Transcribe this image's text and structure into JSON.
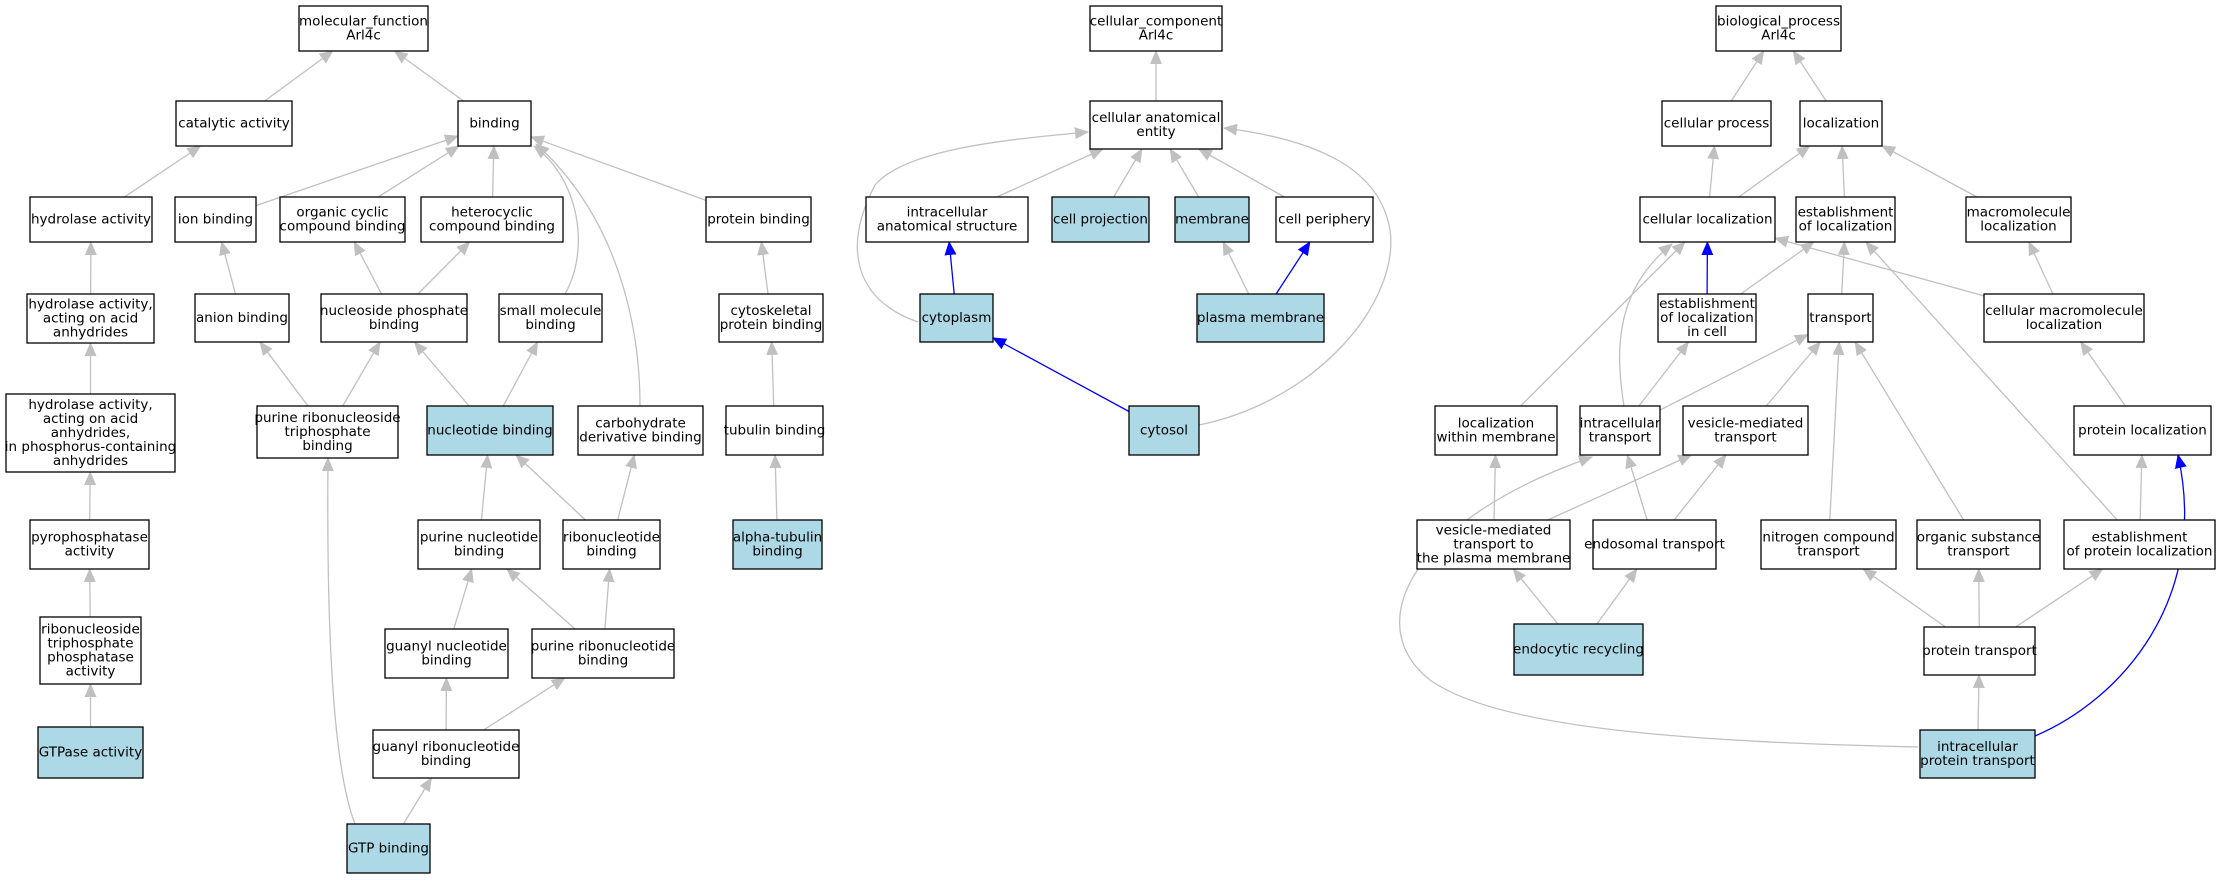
{
  "colors": {
    "node_fill": "#ffffff",
    "highlight_fill": "#add8e6",
    "node_border": "#000000",
    "edge_gray": "#c0c0c0",
    "edge_blue": "#0000ff"
  },
  "nodes": [
    {
      "id": "mf",
      "lines": [
        "molecular_function",
        "Arl4c"
      ],
      "highlight": false
    },
    {
      "id": "catalytic",
      "lines": [
        "catalytic activity"
      ],
      "highlight": false
    },
    {
      "id": "binding",
      "lines": [
        "binding"
      ],
      "highlight": false
    },
    {
      "id": "hydrolase",
      "lines": [
        "hydrolase activity"
      ],
      "highlight": false
    },
    {
      "id": "ionbind",
      "lines": [
        "ion binding"
      ],
      "highlight": false
    },
    {
      "id": "orgcyc",
      "lines": [
        "organic cyclic",
        "compound binding"
      ],
      "highlight": false
    },
    {
      "id": "hetcyc",
      "lines": [
        "heterocyclic",
        "compound binding"
      ],
      "highlight": false
    },
    {
      "id": "protbind",
      "lines": [
        "protein binding"
      ],
      "highlight": false
    },
    {
      "id": "hydacid",
      "lines": [
        "hydrolase activity,",
        "acting on acid",
        "anhydrides"
      ],
      "highlight": false
    },
    {
      "id": "anion",
      "lines": [
        "anion binding"
      ],
      "highlight": false
    },
    {
      "id": "nucphos",
      "lines": [
        "nucleoside phosphate",
        "binding"
      ],
      "highlight": false
    },
    {
      "id": "smallmol",
      "lines": [
        "small molecule",
        "binding"
      ],
      "highlight": false
    },
    {
      "id": "cytoskel",
      "lines": [
        "cytoskeletal",
        "protein binding"
      ],
      "highlight": false
    },
    {
      "id": "hydphos",
      "lines": [
        "hydrolase activity,",
        "acting on acid",
        "anhydrides,",
        "in phosphorus-containing",
        "anhydrides"
      ],
      "highlight": false
    },
    {
      "id": "purribotri",
      "lines": [
        "purine ribonucleoside",
        "triphosphate",
        "binding"
      ],
      "highlight": false
    },
    {
      "id": "nucbind",
      "lines": [
        "nucleotide binding"
      ],
      "highlight": true
    },
    {
      "id": "carbo",
      "lines": [
        "carbohydrate",
        "derivative binding"
      ],
      "highlight": false
    },
    {
      "id": "tubulin",
      "lines": [
        "tubulin binding"
      ],
      "highlight": false
    },
    {
      "id": "pyro",
      "lines": [
        "pyrophosphatase",
        "activity"
      ],
      "highlight": false
    },
    {
      "id": "purnuc",
      "lines": [
        "purine nucleotide",
        "binding"
      ],
      "highlight": false
    },
    {
      "id": "ribonuc",
      "lines": [
        "ribonucleotide",
        "binding"
      ],
      "highlight": false
    },
    {
      "id": "alphatub",
      "lines": [
        "alpha-tubulin",
        "binding"
      ],
      "highlight": true
    },
    {
      "id": "ribotriphos",
      "lines": [
        "ribonucleoside",
        "triphosphate",
        "phosphatase",
        "activity"
      ],
      "highlight": false
    },
    {
      "id": "guanuc",
      "lines": [
        "guanyl nucleotide",
        "binding"
      ],
      "highlight": false
    },
    {
      "id": "purribonuc",
      "lines": [
        "purine ribonucleotide",
        "binding"
      ],
      "highlight": false
    },
    {
      "id": "gtpase",
      "lines": [
        "GTPase activity"
      ],
      "highlight": true
    },
    {
      "id": "guanribo",
      "lines": [
        "guanyl ribonucleotide",
        "binding"
      ],
      "highlight": false
    },
    {
      "id": "gtpbind",
      "lines": [
        "GTP binding"
      ],
      "highlight": true
    },
    {
      "id": "cc",
      "lines": [
        "cellular_component",
        "Arl4c"
      ],
      "highlight": false
    },
    {
      "id": "cae",
      "lines": [
        "cellular anatomical",
        "entity"
      ],
      "highlight": false
    },
    {
      "id": "intraanat",
      "lines": [
        "intracellular",
        "anatomical structure"
      ],
      "highlight": false
    },
    {
      "id": "cellproj",
      "lines": [
        "cell projection"
      ],
      "highlight": true
    },
    {
      "id": "membrane",
      "lines": [
        "membrane"
      ],
      "highlight": true
    },
    {
      "id": "cellperi",
      "lines": [
        "cell periphery"
      ],
      "highlight": false
    },
    {
      "id": "cytoplasm",
      "lines": [
        "cytoplasm"
      ],
      "highlight": true
    },
    {
      "id": "plasmamem",
      "lines": [
        "plasma membrane"
      ],
      "highlight": true
    },
    {
      "id": "cytosol",
      "lines": [
        "cytosol"
      ],
      "highlight": true
    },
    {
      "id": "bp",
      "lines": [
        "biological_process",
        "Arl4c"
      ],
      "highlight": false
    },
    {
      "id": "cellproc",
      "lines": [
        "cellular process"
      ],
      "highlight": false
    },
    {
      "id": "local",
      "lines": [
        "localization"
      ],
      "highlight": false
    },
    {
      "id": "cellloc",
      "lines": [
        "cellular localization"
      ],
      "highlight": false
    },
    {
      "id": "estloc",
      "lines": [
        "establishment",
        "of localization"
      ],
      "highlight": false
    },
    {
      "id": "macroloc",
      "lines": [
        "macromolecule",
        "localization"
      ],
      "highlight": false
    },
    {
      "id": "estlocincell",
      "lines": [
        "establishment",
        "of localization",
        "in cell"
      ],
      "highlight": false
    },
    {
      "id": "transport",
      "lines": [
        "transport"
      ],
      "highlight": false
    },
    {
      "id": "cellmacroloc",
      "lines": [
        "cellular macromolecule",
        "localization"
      ],
      "highlight": false
    },
    {
      "id": "locwithinmem",
      "lines": [
        "localization",
        "within membrane"
      ],
      "highlight": false
    },
    {
      "id": "intratrans",
      "lines": [
        "intracellular",
        "transport"
      ],
      "highlight": false
    },
    {
      "id": "vesmed",
      "lines": [
        "vesicle-mediated",
        "transport"
      ],
      "highlight": false
    },
    {
      "id": "protloc",
      "lines": [
        "protein localization"
      ],
      "highlight": false
    },
    {
      "id": "vesmedpm",
      "lines": [
        "vesicle-mediated",
        "transport to",
        "the plasma membrane"
      ],
      "highlight": false
    },
    {
      "id": "endotrans",
      "lines": [
        "endosomal transport"
      ],
      "highlight": false
    },
    {
      "id": "nitrotrans",
      "lines": [
        "nitrogen compound",
        "transport"
      ],
      "highlight": false
    },
    {
      "id": "orgsubtrans",
      "lines": [
        "organic substance",
        "transport"
      ],
      "highlight": false
    },
    {
      "id": "estprotloc",
      "lines": [
        "establishment",
        "of protein localization"
      ],
      "highlight": false
    },
    {
      "id": "endorecyc",
      "lines": [
        "endocytic recycling"
      ],
      "highlight": true
    },
    {
      "id": "prottrans",
      "lines": [
        "protein transport"
      ],
      "highlight": false
    },
    {
      "id": "intraprot",
      "lines": [
        "intracellular",
        "protein transport"
      ],
      "highlight": true
    }
  ],
  "edges": [
    {
      "from": "catalytic",
      "to": "mf"
    },
    {
      "from": "binding",
      "to": "mf"
    },
    {
      "from": "hydrolase",
      "to": "catalytic"
    },
    {
      "from": "ionbind",
      "to": "binding"
    },
    {
      "from": "orgcyc",
      "to": "binding"
    },
    {
      "from": "hetcyc",
      "to": "binding"
    },
    {
      "from": "protbind",
      "to": "binding"
    },
    {
      "from": "smallmol",
      "to": "binding"
    },
    {
      "from": "carbo",
      "to": "binding"
    },
    {
      "from": "hydacid",
      "to": "hydrolase"
    },
    {
      "from": "hydphos",
      "to": "hydacid"
    },
    {
      "from": "anion",
      "to": "ionbind"
    },
    {
      "from": "nucphos",
      "to": "orgcyc"
    },
    {
      "from": "nucphos",
      "to": "hetcyc"
    },
    {
      "from": "cytoskel",
      "to": "protbind"
    },
    {
      "from": "purribotri",
      "to": "anion"
    },
    {
      "from": "purribotri",
      "to": "nucphos"
    },
    {
      "from": "nucbind",
      "to": "nucphos"
    },
    {
      "from": "nucbind",
      "to": "smallmol"
    },
    {
      "from": "tubulin",
      "to": "cytoskel"
    },
    {
      "from": "pyro",
      "to": "hydphos"
    },
    {
      "from": "purnuc",
      "to": "nucbind"
    },
    {
      "from": "ribonuc",
      "to": "nucbind"
    },
    {
      "from": "ribonuc",
      "to": "carbo"
    },
    {
      "from": "alphatub",
      "to": "tubulin"
    },
    {
      "from": "ribotriphos",
      "to": "pyro"
    },
    {
      "from": "guanuc",
      "to": "purnuc"
    },
    {
      "from": "purribonuc",
      "to": "purnuc"
    },
    {
      "from": "purribonuc",
      "to": "ribonuc"
    },
    {
      "from": "gtpase",
      "to": "ribotriphos"
    },
    {
      "from": "guanribo",
      "to": "guanuc"
    },
    {
      "from": "guanribo",
      "to": "purribonuc"
    },
    {
      "from": "gtpbind",
      "to": "guanribo"
    },
    {
      "from": "gtpbind",
      "to": "purribotri"
    },
    {
      "from": "cae",
      "to": "cc"
    },
    {
      "from": "intraanat",
      "to": "cae"
    },
    {
      "from": "cellproj",
      "to": "cae"
    },
    {
      "from": "membrane",
      "to": "cae"
    },
    {
      "from": "cellperi",
      "to": "cae"
    },
    {
      "from": "cytoplasm",
      "to": "intraanat",
      "blue": true
    },
    {
      "from": "cytoplasm",
      "to": "cae"
    },
    {
      "from": "plasmamem",
      "to": "membrane"
    },
    {
      "from": "plasmamem",
      "to": "cellperi",
      "blue": true
    },
    {
      "from": "cytosol",
      "to": "cytoplasm",
      "blue": true
    },
    {
      "from": "cytosol",
      "to": "cae"
    },
    {
      "from": "cellproc",
      "to": "bp"
    },
    {
      "from": "local",
      "to": "bp"
    },
    {
      "from": "cellloc",
      "to": "cellproc"
    },
    {
      "from": "cellloc",
      "to": "local"
    },
    {
      "from": "estloc",
      "to": "local"
    },
    {
      "from": "macroloc",
      "to": "local"
    },
    {
      "from": "estlocincell",
      "to": "cellloc",
      "blue": true
    },
    {
      "from": "estlocincell",
      "to": "estloc"
    },
    {
      "from": "transport",
      "to": "estloc"
    },
    {
      "from": "cellmacroloc",
      "to": "cellloc"
    },
    {
      "from": "cellmacroloc",
      "to": "macroloc"
    },
    {
      "from": "locwithinmem",
      "to": "cellloc"
    },
    {
      "from": "intratrans",
      "to": "cellloc"
    },
    {
      "from": "intratrans",
      "to": "estlocincell"
    },
    {
      "from": "intratrans",
      "to": "transport"
    },
    {
      "from": "vesmed",
      "to": "transport"
    },
    {
      "from": "protloc",
      "to": "cellmacroloc"
    },
    {
      "from": "vesmedpm",
      "to": "locwithinmem"
    },
    {
      "from": "vesmedpm",
      "to": "vesmed"
    },
    {
      "from": "endotrans",
      "to": "intratrans"
    },
    {
      "from": "endotrans",
      "to": "vesmed"
    },
    {
      "from": "nitrotrans",
      "to": "transport"
    },
    {
      "from": "orgsubtrans",
      "to": "transport"
    },
    {
      "from": "estprotloc",
      "to": "protloc"
    },
    {
      "from": "estprotloc",
      "to": "estloc"
    },
    {
      "from": "endorecyc",
      "to": "vesmedpm"
    },
    {
      "from": "endorecyc",
      "to": "endotrans"
    },
    {
      "from": "prottrans",
      "to": "nitrotrans"
    },
    {
      "from": "prottrans",
      "to": "orgsubtrans"
    },
    {
      "from": "prottrans",
      "to": "estprotloc"
    },
    {
      "from": "intraprot",
      "to": "prottrans"
    },
    {
      "from": "intraprot",
      "to": "intratrans"
    },
    {
      "from": "intraprot",
      "to": "protloc",
      "blue": true
    }
  ]
}
